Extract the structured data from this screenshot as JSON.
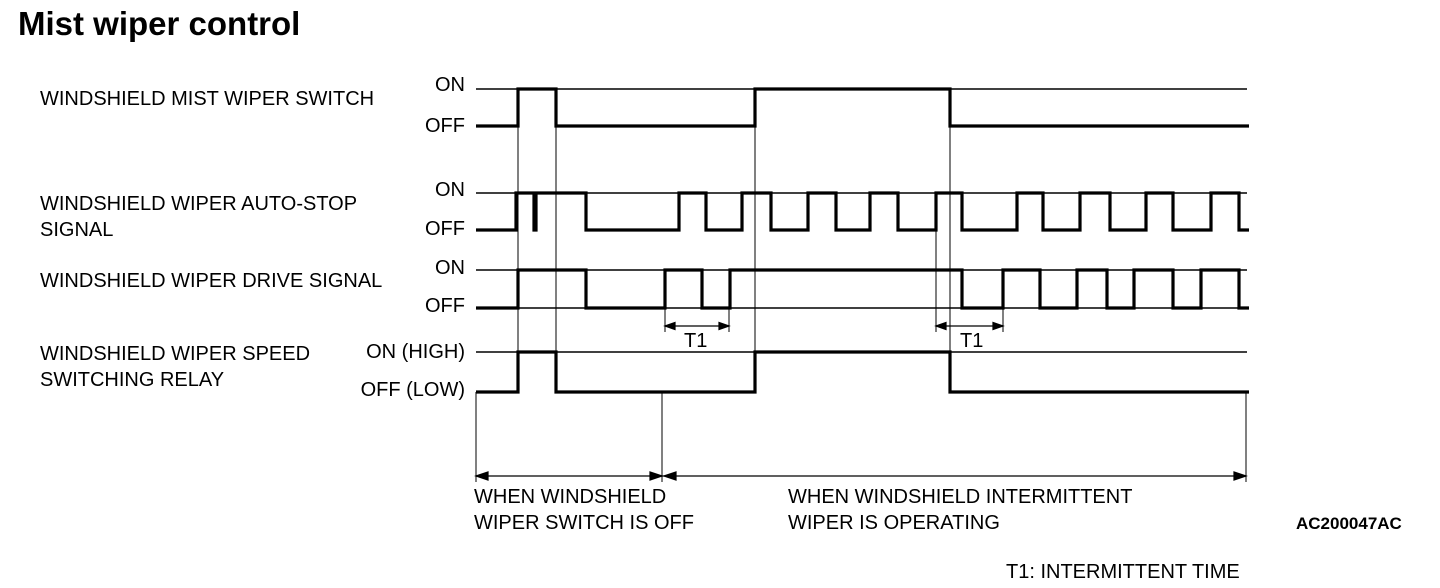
{
  "title": "Mist wiper control",
  "signals": [
    {
      "name_line1": "WINDSHIELD MIST WIPER SWITCH",
      "name_line2": "",
      "on_label": "ON",
      "off_label": "OFF"
    },
    {
      "name_line1": "WINDSHIELD WIPER AUTO-STOP",
      "name_line2": "SIGNAL",
      "on_label": "ON",
      "off_label": "OFF"
    },
    {
      "name_line1": "WINDSHIELD WIPER DRIVE SIGNAL",
      "name_line2": "",
      "on_label": "ON",
      "off_label": "OFF"
    },
    {
      "name_line1": "WINDSHIELD WIPER SPEED",
      "name_line2": "SWITCHING RELAY",
      "on_label": "ON (HIGH)",
      "off_label": "OFF (LOW)"
    }
  ],
  "interval_label": "T1",
  "phases": [
    {
      "line1": "WHEN WINDSHIELD",
      "line2": "WIPER SWITCH IS OFF"
    },
    {
      "line1": "WHEN WINDSHIELD INTERMITTENT",
      "line2": "WIPER IS OPERATING"
    }
  ],
  "figure_code": "AC200047AC",
  "footnote": "T1: INTERMITTENT TIME"
}
